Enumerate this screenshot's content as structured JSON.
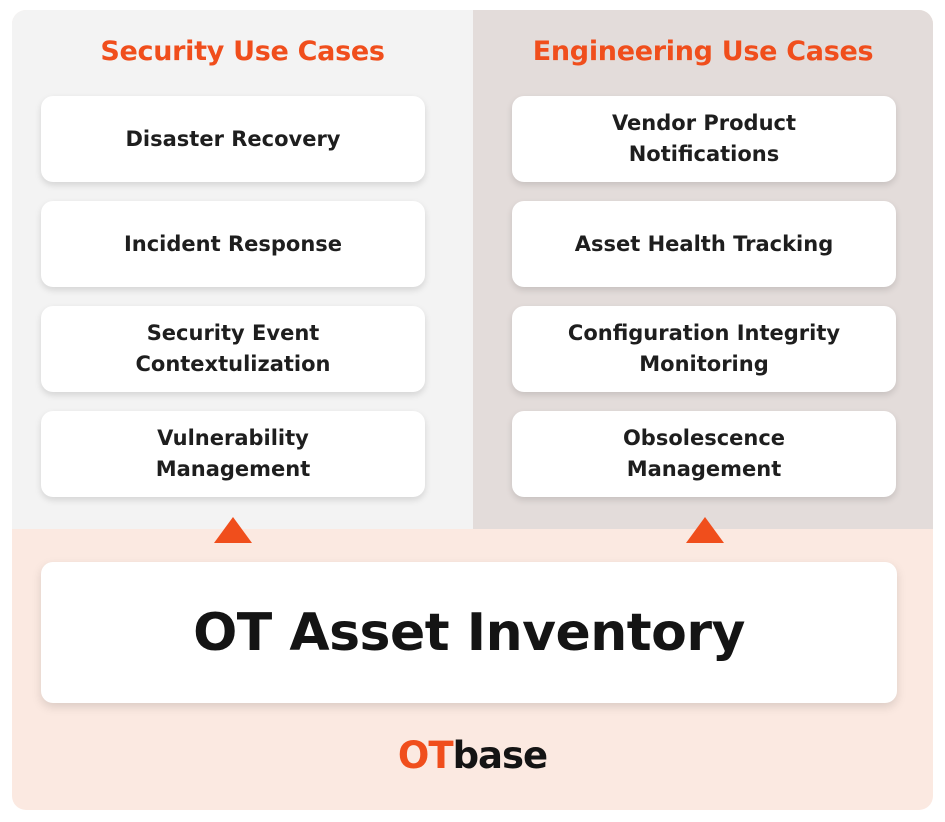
{
  "security": {
    "title": "Security Use Cases",
    "items": [
      {
        "lines": [
          "Disaster Recovery"
        ]
      },
      {
        "lines": [
          "Incident Response"
        ]
      },
      {
        "lines": [
          "Security Event",
          "Contextulization"
        ]
      },
      {
        "lines": [
          "Vulnerability",
          "Management"
        ]
      }
    ]
  },
  "engineering": {
    "title": "Engineering Use Cases",
    "items": [
      {
        "lines": [
          "Vendor Product",
          "Notifications"
        ]
      },
      {
        "lines": [
          "Asset Health Tracking"
        ]
      },
      {
        "lines": [
          "Configuration Integrity",
          "Monitoring"
        ]
      },
      {
        "lines": [
          "Obsolescence",
          "Management"
        ]
      }
    ]
  },
  "foundation": {
    "title": "OT Asset Inventory"
  },
  "logo": {
    "part1": "OT",
    "part2": "base"
  },
  "colors": {
    "accent": "#f04e1c",
    "left_panel": "#f3f3f3",
    "right_panel": "#e3dcda",
    "bottom_panel": "#fbe9e1"
  },
  "icons": [
    "arrow-up-icon",
    "arrow-up-icon"
  ]
}
